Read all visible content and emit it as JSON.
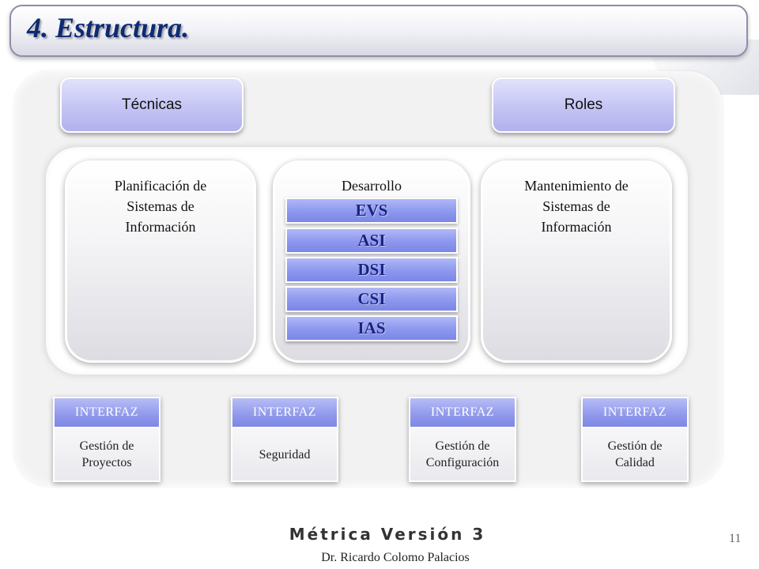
{
  "slide": {
    "title": "4. Estructura.",
    "page_number": "11"
  },
  "top_buttons": {
    "left_label": "Técnicas",
    "right_label": "Roles"
  },
  "phases": [
    {
      "lines": [
        "Planificación de",
        "Sistemas de",
        "Información"
      ]
    },
    {
      "lines": [
        "Desarrollo"
      ]
    },
    {
      "lines": [
        "Mantenimiento de",
        "Sistemas de",
        "Información"
      ]
    }
  ],
  "development_processes": [
    "EVS",
    "ASI",
    "DSI",
    "CSI",
    "IAS"
  ],
  "interfaces": [
    {
      "header": "INTERFAZ",
      "lines": [
        "Gestión de",
        "Proyectos"
      ]
    },
    {
      "header": "INTERFAZ",
      "lines": [
        "Seguridad"
      ]
    },
    {
      "header": "INTERFAZ",
      "lines": [
        "Gestión de",
        "Configuración"
      ]
    },
    {
      "header": "INTERFAZ",
      "lines": [
        "Gestión de",
        "Calidad"
      ]
    }
  ],
  "footer": {
    "title": "Métrica Versión 3",
    "author": "Dr. Ricardo Colomo Palacios"
  }
}
